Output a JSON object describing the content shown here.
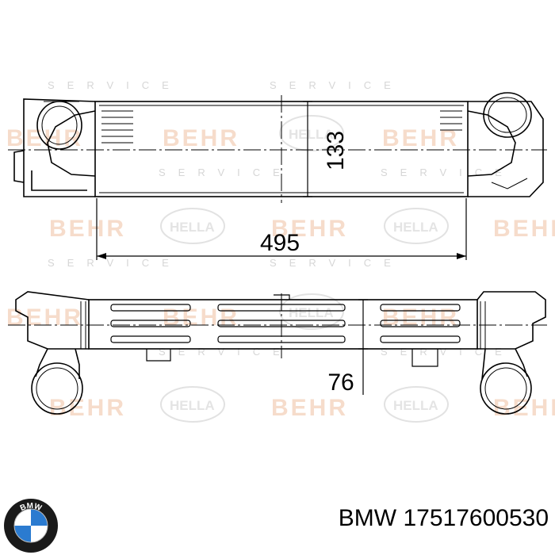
{
  "dimensions": {
    "length": "495",
    "height": "133",
    "depth": "76"
  },
  "watermarks": {
    "brand": "BEHR",
    "partner": "HELLA",
    "service": "SERVICE"
  },
  "caption": {
    "brand": "BMW",
    "part_number": "17517600530"
  },
  "logo": {
    "icon": "bmw-logo-icon",
    "lettering": "BMW",
    "colors": {
      "ring": "#1a1a1a",
      "blue": "#2b7bd0",
      "white": "#ffffff"
    }
  },
  "colors": {
    "line": "#000000",
    "watermark_brand": "#f6dccb",
    "watermark_partner": "#e4e4e4"
  }
}
